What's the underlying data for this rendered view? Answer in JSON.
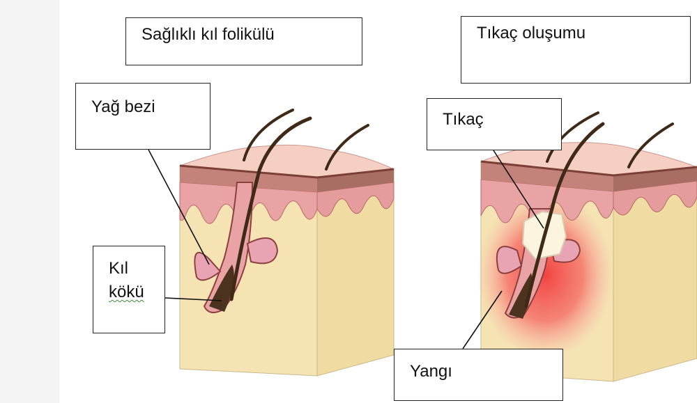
{
  "labels": {
    "healthy_follicle": "Sağlıklı kıl folikülü",
    "plug_formation": "Tıkaç oluşumu",
    "sebaceous_gland": "Yağ bezi",
    "hair_root_line1": "Kıl",
    "hair_root_line2": "kökü",
    "plug": "Tıkaç",
    "inflammation": "Yangı"
  },
  "colors": {
    "skin_top": "#f6cfc4",
    "dermis_pink": "#eaa3a4",
    "subcutaneous": "#f5e3b3",
    "side_face": "#f0dba2",
    "hair": "#3f2a18",
    "inflammation_red": "#f23b3b",
    "plug_white": "#fbf4df"
  }
}
